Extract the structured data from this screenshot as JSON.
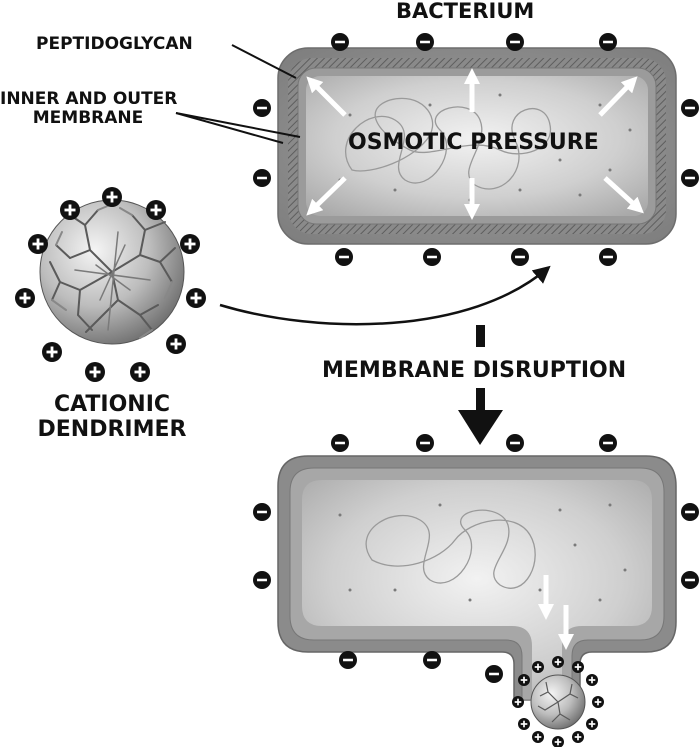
{
  "labels": {
    "bacterium": "BACTERIUM",
    "peptidoglycan": "PEPTIDOGLYCAN",
    "membrane_line1": "INNER AND OUTER",
    "membrane_line2": "MEMBRANE",
    "osmotic_pressure": "OSMOTIC PRESSURE",
    "membrane_disruption": "MEMBRANE DISRUPTION",
    "dendrimer_line1": "CATIONIC",
    "dendrimer_line2": "DENDRIMER"
  },
  "charges": {
    "negative": "−",
    "positive": "+"
  },
  "icons": {
    "charge_negative": "minus-charge-icon",
    "charge_positive": "plus-charge-icon",
    "pressure_arrow": "pressure-arrow-icon",
    "flow_arrow": "down-arrow-icon"
  },
  "colors": {
    "cell_wall": "#8d8d8d",
    "cell_interior": "#d2d2d2",
    "charge_fill": "#111111",
    "text": "#111111"
  }
}
